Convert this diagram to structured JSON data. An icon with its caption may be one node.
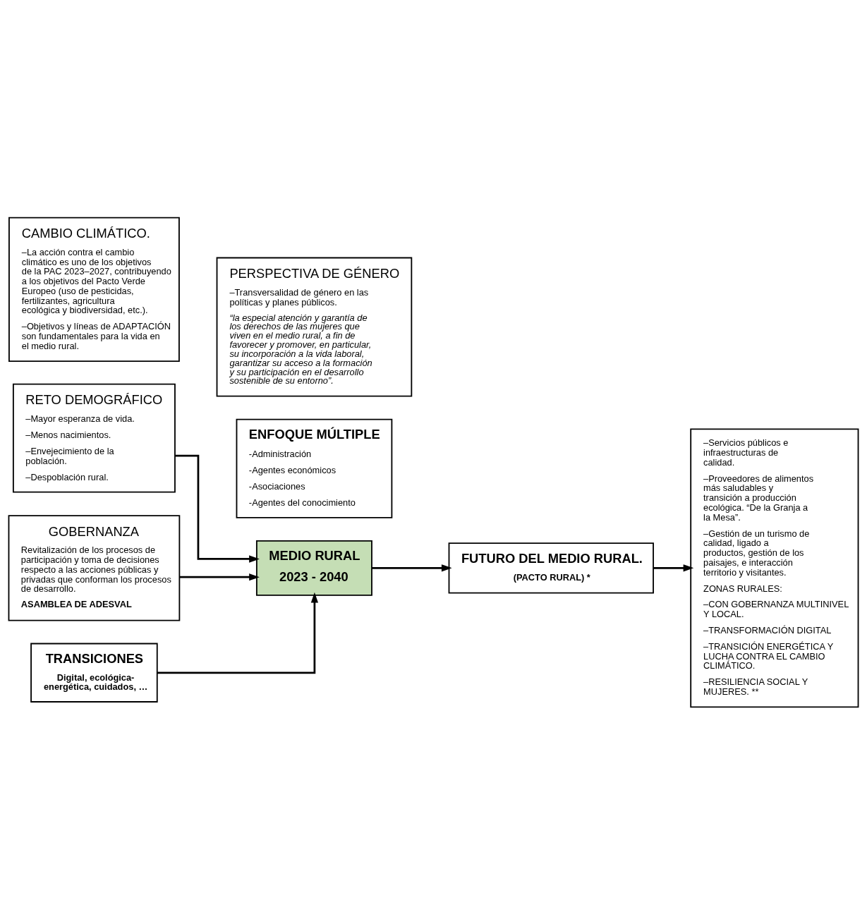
{
  "diagram": {
    "nodes": [
      {
        "text": [
          "RETO DEMOGRÁFICO",
          "–Mayor esperanza de vida.",
          "–Menos nacimientos.",
          "–Envejecimiento de la población.",
          "–Despoblación rural."
        ]
      },
      {
        "text": [
          "GOBERNANZA",
          "Revitalización de los procesos de participación y toma de decisiones respecto a las acciones públicas y privadas que conforman los procesos de desarrollo.",
          "ASAMBLEA DE ADESVAL"
        ]
      },
      {
        "text": [
          "FUTURO DEL MEDIO RURAL.",
          "(PACTO RURAL) *"
        ]
      },
      {
        "text": [
          "TRANSICIONES",
          "Digital, ecológica-energética, cuidados, …"
        ]
      },
      {
        "text": [
          "MEDIO RURAL",
          "2023 - 2040"
        ]
      },
      {
        "text": [
          "–Servicios públicos e infraestructuras de calidad.",
          "–Proveedores de alimentos más saludables y transición a producción ecológica. “De la Granja a la Mesa”.",
          "–Gestión de un turismo de calidad, ligado a productos, gestión de los paisajes, e interacción territorio y visitantes.",
          "ZONAS RURALES:",
          "–CON GOBERNANZA MULTINIVEL Y LOCAL.",
          "–TRANSFORMACIÓN DIGITAL",
          "–TRANSICIÓN ENERGÉTICA Y LUCHA CONTRA EL CAMBIO CLIMÁTICO.",
          "–RESILIENCIA SOCIAL Y MUJERES. **"
        ]
      },
      {
        "text": [
          "ENFOQUE MÚLTIPLE",
          "-Administración",
          "-Agentes económicos",
          "-Asociaciones",
          "-Agentes del conocimiento"
        ]
      },
      {
        "text": [
          "CAMBIO CLIMÁTICO.",
          "–La acción contra el cambio climático es uno de los objetivos de la PAC 2023–2027, contribuyendo a los objetivos del Pacto Verde Europeo (uso de pesticidas, fertilizantes, agricultura ecológica y biodiversidad, etc.).",
          "–Objetivos y líneas de ADAPTACIÓN son fundamentales para la vida en el medio rural."
        ]
      },
      {
        "text": [
          "PERSPECTIVA DE GÉNERO",
          "–Transversalidad de género en las políticas y planes públicos.",
          "“la especial atención y garantía de los derechos de las mujeres que viven en el medio rural, a fin de favorecer y promover, en particular, su incorporación a la vida laboral, garantizar su acceso a la formación y su participación en el desarrollo sostenible de su entorno”."
        ]
      }
    ],
    "edges": [
      {
        "from": 0,
        "to": 4,
        "arrow": "to"
      },
      {
        "from": 3,
        "to": 4,
        "arrow": "to"
      },
      {
        "from": 1,
        "to": 4,
        "arrow": "to"
      },
      {
        "from": 4,
        "to": 2,
        "arrow": "to"
      },
      {
        "from": 2,
        "to": 5,
        "arrow": "to"
      }
    ]
  }
}
